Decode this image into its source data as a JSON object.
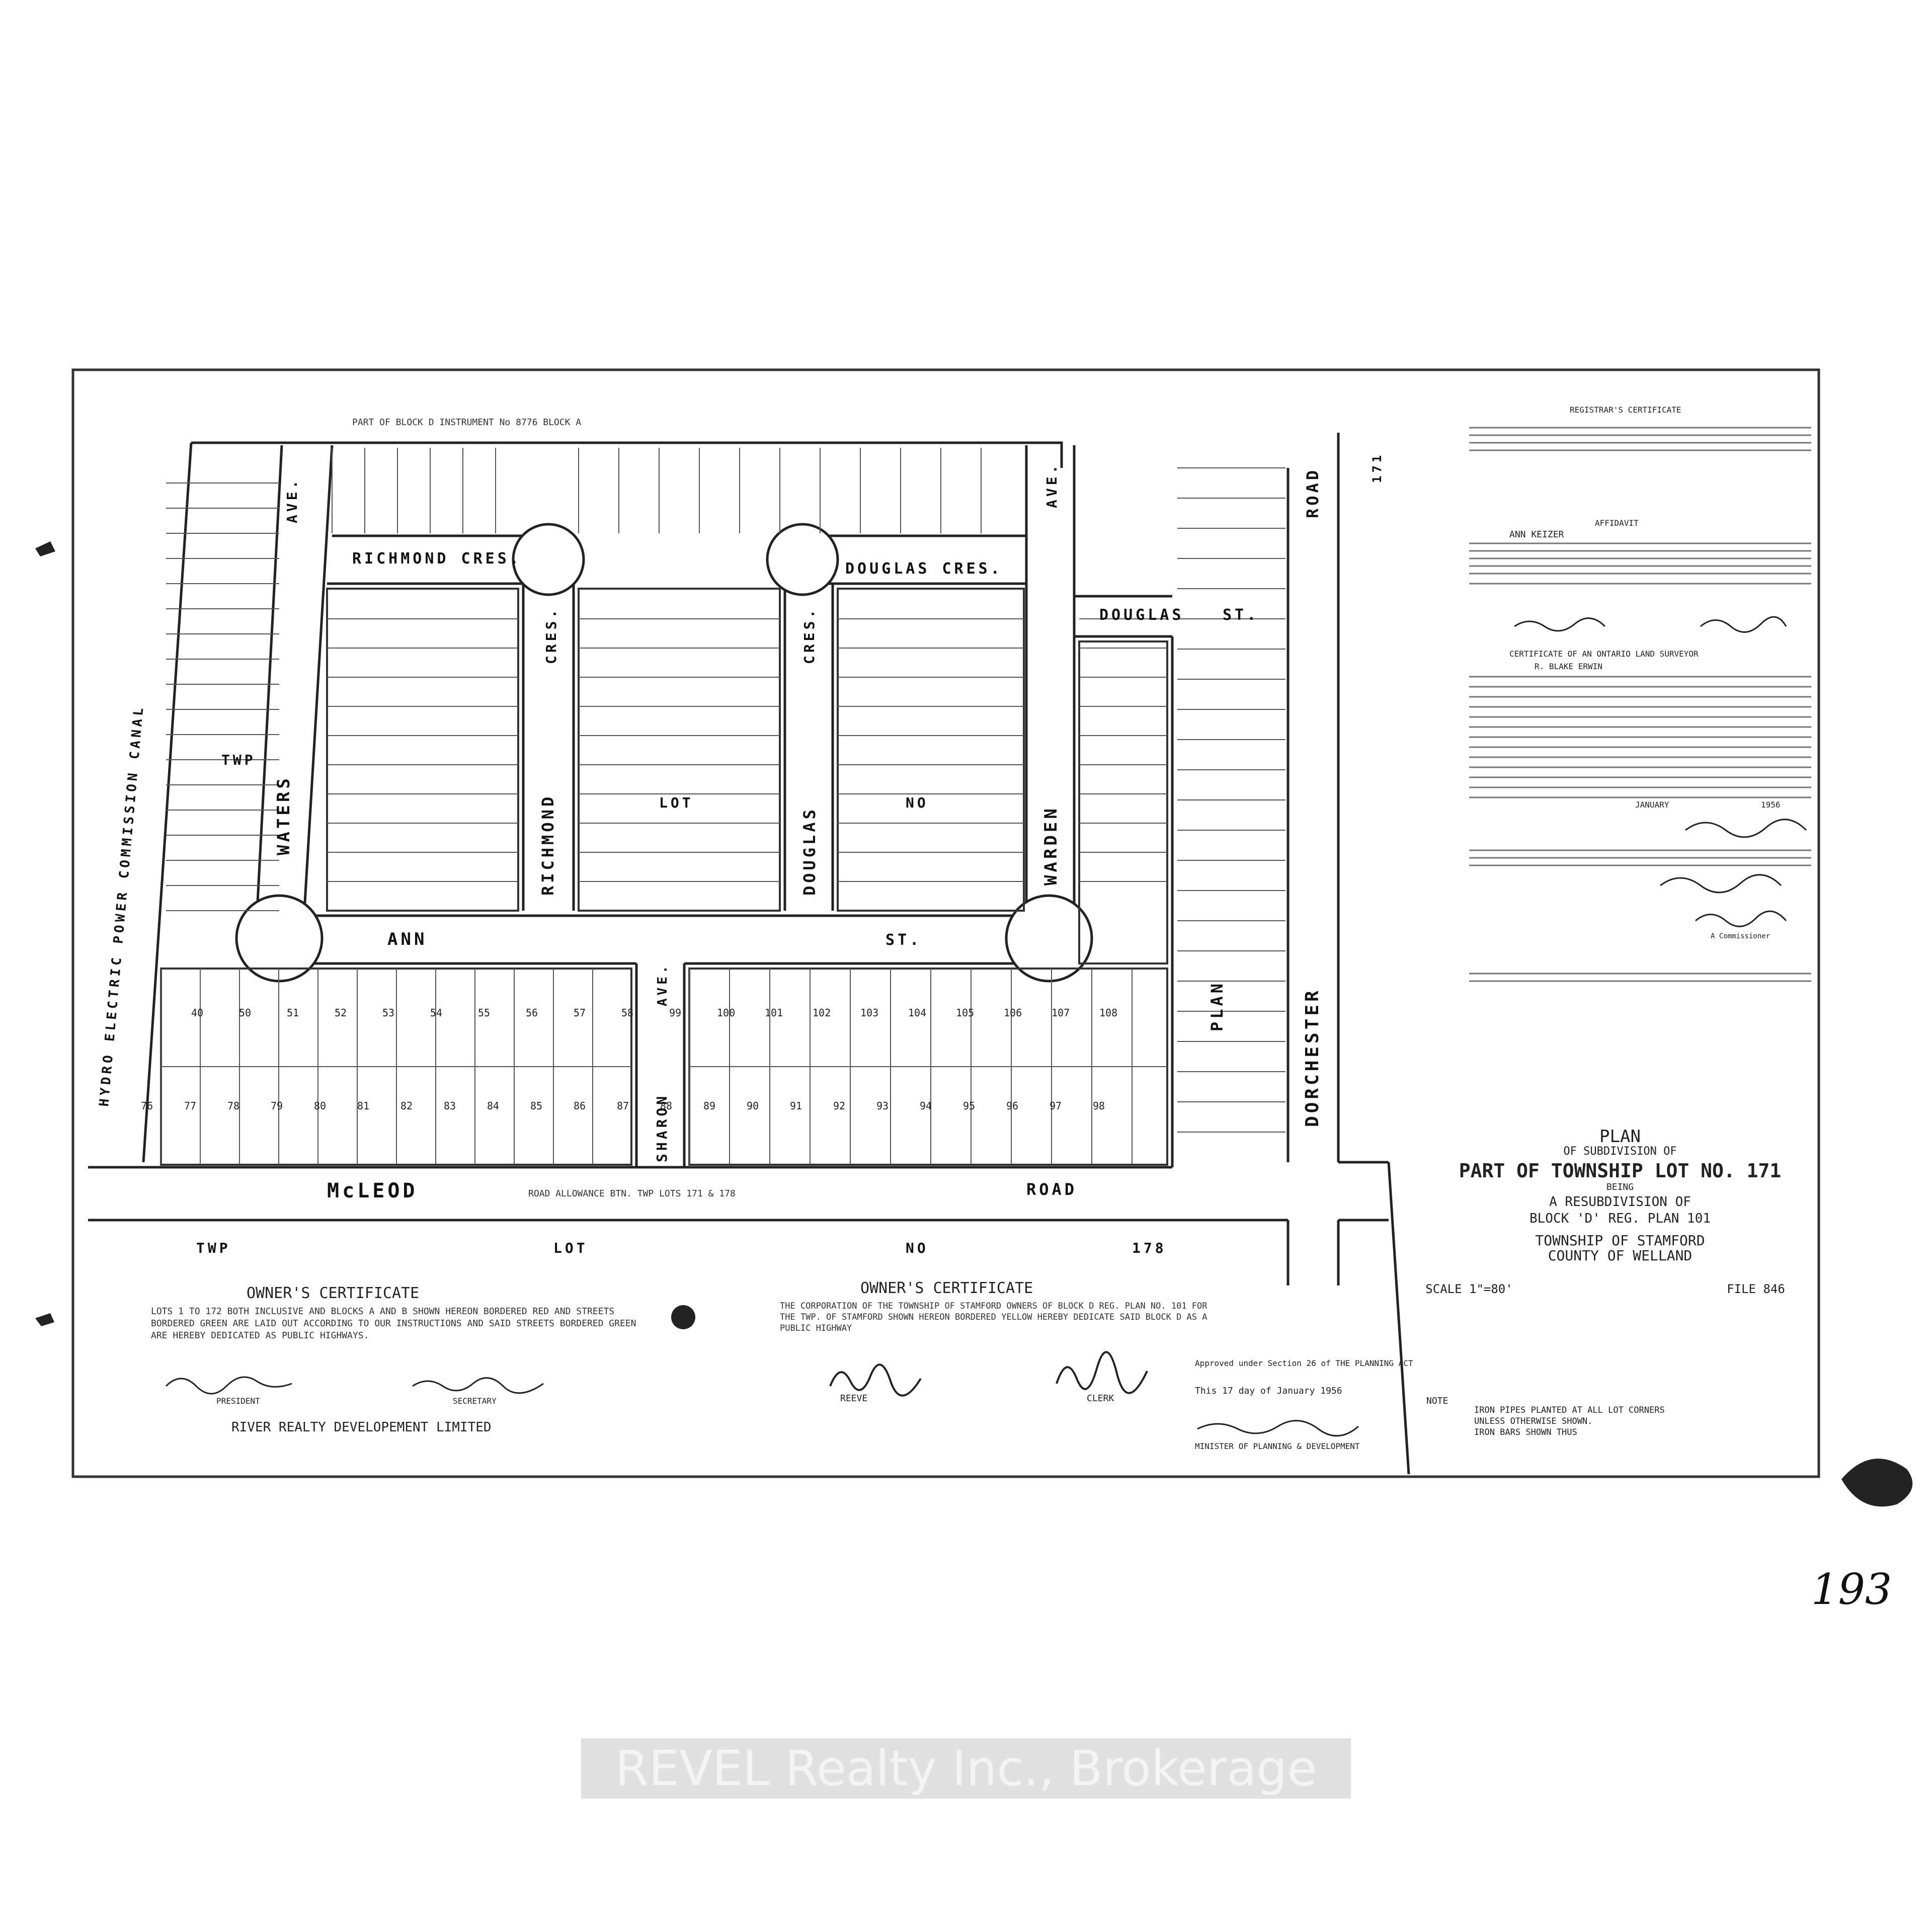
{
  "streets": {
    "richmond_cres_top": "RICHMOND CRES.",
    "richmond_cres_vertical": "RICHMOND",
    "richmond_cres_vertical2": "CRES.",
    "douglas_cres_top": "DOUGLAS CRES.",
    "douglas_cres_vertical": "DOUGLAS",
    "douglas_cres_vertical2": "CRES.",
    "waters_ave": "WATERS",
    "ave_label": "AVE.",
    "warden_ave": "WARDEN",
    "ann_st": "ANN",
    "st_label": "ST.",
    "sharon_ave": "SHARON",
    "douglas_st": "DOUGLAS",
    "mcleod": "McLEOD",
    "road_label": "ROAD",
    "road_allowance": "ROAD ALLOWANCE BTN. TWP LOTS 171 & 178",
    "dorchester": "DORCHESTER",
    "dorchester_road": "ROAD",
    "canal": "HYDRO ELECTRIC POWER COMMISSION CANAL",
    "lot_label": "LOT",
    "no_label": "NO",
    "twp_label": "TWP",
    "lot_178": "178",
    "plan_label": "PLAN",
    "lot_171": "171"
  },
  "lots_north_row": [
    "76",
    "77",
    "78",
    "79",
    "80",
    "81",
    "82",
    "83",
    "84",
    "85",
    "86",
    "87",
    "88",
    "89",
    "90",
    "91",
    "92",
    "93",
    "94",
    "95",
    "96",
    "97",
    "98"
  ],
  "lots_south_row": [
    "40",
    "50",
    "51",
    "52",
    "53",
    "54",
    "55",
    "56",
    "57",
    "58",
    "99",
    "100",
    "101",
    "102",
    "103",
    "104",
    "105",
    "106",
    "107",
    "108"
  ],
  "title_block": {
    "plan": "PLAN",
    "of_subdivision": "OF SUBDIVISION OF",
    "part_of": "PART OF TOWNSHIP LOT NO. 171",
    "being": "BEING",
    "resubdivision": "A RESUBDIVISION OF",
    "block": "BLOCK 'D' REG. PLAN 101",
    "township": "TOWNSHIP OF STAMFORD",
    "county": "COUNTY OF WELLAND",
    "file": "FILE 846",
    "scale": "SCALE 1\"=80'"
  },
  "owners_certificate_left": {
    "heading": "OWNER'S CERTIFICATE",
    "body": "LOTS 1 TO 172 BOTH INCLUSIVE AND BLOCKS A AND B SHOWN HEREON BORDERED RED AND STREETS BORDERED GREEN ARE LAID OUT ACCORDING TO OUR INSTRUCTIONS AND SAID STREETS BORDERED GREEN ARE HEREBY DEDICATED AS PUBLIC HIGHWAYS.",
    "company": "RIVER REALTY DEVELOPEMENT LIMITED",
    "role1": "PRESIDENT",
    "role2": "SECRETARY"
  },
  "owners_certificate_right": {
    "heading": "OWNER'S CERTIFICATE",
    "body": "THE CORPORATION OF THE TOWNSHIP OF STAMFORD OWNERS OF BLOCK D REG. PLAN NO. 101 FOR THE TWP. OF STAMFORD SHOWN HEREON BORDERED YELLOW HEREBY DEDICATE SAID BLOCK D AS A PUBLIC HIGHWAY",
    "reeve": "REEVE",
    "clerk": "CLERK",
    "approved": "Approved under Section 26 of THE PLANNING ACT",
    "approved_date": "This 17 day of January 1956",
    "minister": "MINISTER OF PLANNING & DEVELOPMENT"
  },
  "registrar_certificate": {
    "heading": "REGISTRAR'S CERTIFICATE",
    "affidavit": "AFFIDAVIT",
    "deponent": "ANN KEIZER",
    "surveyor_heading": "CERTIFICATE OF AN ONTARIO LAND SURVEYOR",
    "surveyor": "R. BLAKE ERWIN",
    "month": "JANUARY",
    "year": "1956",
    "commissioner": "A Commissioner"
  },
  "note": {
    "heading": "NOTE",
    "line1": "IRON PIPES PLANTED AT ALL LOT CORNERS",
    "line2": "UNLESS OTHERWISE SHOWN.",
    "line3": "IRON BARS SHOWN THUS"
  },
  "top_strip": "PART OF BLOCK D INSTRUMENT No 8776 BLOCK A",
  "page_number": "193",
  "watermark": "REVEL Realty Inc., Brokerage"
}
